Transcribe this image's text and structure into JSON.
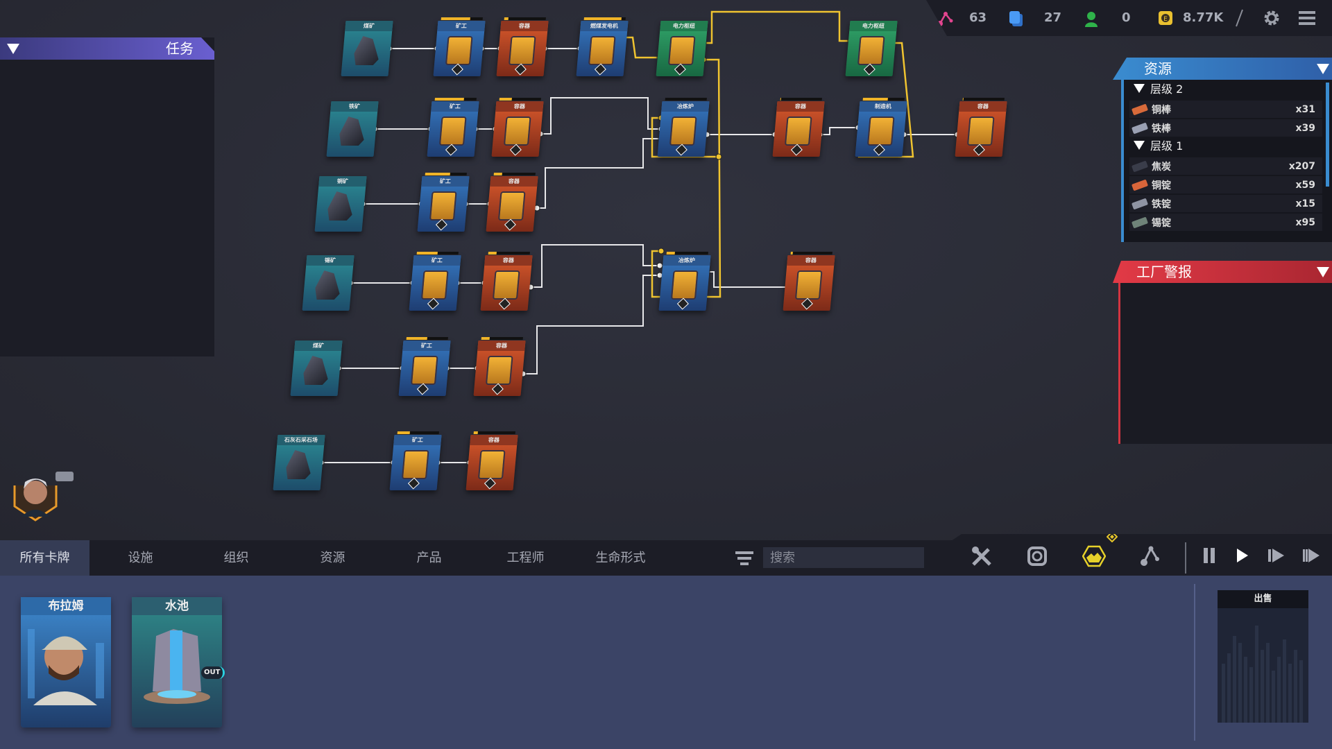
{
  "topbar": {
    "nodes": "63",
    "cards": "27",
    "workers": "0",
    "coins": "8.77K",
    "colors": {
      "nodes": "#e2458f",
      "cards": "#3f8ef0",
      "workers": "#2fb24a",
      "coins": "#e9c030"
    }
  },
  "task_panel": {
    "title": "任务"
  },
  "resources_panel": {
    "title": "资源",
    "tiers": [
      {
        "label": "层级 2",
        "items": [
          {
            "name": "铜棒",
            "count": "x31",
            "color": "#d86a3a"
          },
          {
            "name": "铁棒",
            "count": "x39",
            "color": "#9aa0b3"
          }
        ]
      },
      {
        "label": "层级 1",
        "items": [
          {
            "name": "焦炭",
            "count": "x207",
            "color": "#3a3d4a"
          },
          {
            "name": "铜锭",
            "count": "x59",
            "color": "#d8653a"
          },
          {
            "name": "铁锭",
            "count": "x15",
            "color": "#8f94a3"
          },
          {
            "name": "锡锭",
            "count": "x95",
            "color": "#6f8379"
          }
        ]
      }
    ]
  },
  "alert_panel": {
    "title": "工厂警报"
  },
  "board": {
    "cards": [
      {
        "label": "煤矿",
        "type": "ore"
      },
      {
        "label": "矿工",
        "type": "mach",
        "progress": 0.7
      },
      {
        "label": "容器",
        "type": "box",
        "progress": 0.1
      },
      {
        "label": "燃煤发电机",
        "type": "mach",
        "progress": 0.9
      },
      {
        "label": "电力枢纽",
        "type": "pow"
      },
      {
        "label": "电力枢纽",
        "type": "pow"
      },
      {
        "label": "铁矿",
        "type": "ore"
      },
      {
        "label": "矿工",
        "type": "mach",
        "progress": 0.7
      },
      {
        "label": "容器",
        "type": "box",
        "progress": 0.3
      },
      {
        "label": "冶炼炉",
        "type": "mach",
        "progress": 0
      },
      {
        "label": "容器",
        "type": "box",
        "progress": 0.02
      },
      {
        "label": "制造机",
        "type": "mach",
        "progress": 0.6
      },
      {
        "label": "容器",
        "type": "box",
        "progress": 0.02
      },
      {
        "label": "铜矿",
        "type": "ore"
      },
      {
        "label": "矿工",
        "type": "mach",
        "progress": 0.6
      },
      {
        "label": "容器",
        "type": "box",
        "progress": 0.2
      },
      {
        "label": "锡矿",
        "type": "ore"
      },
      {
        "label": "矿工",
        "type": "mach",
        "progress": 0.5
      },
      {
        "label": "容器",
        "type": "box",
        "progress": 0.2
      },
      {
        "label": "冶炼炉",
        "type": "mach",
        "progress": 0.2
      },
      {
        "label": "容器",
        "type": "box",
        "progress": 0.05
      },
      {
        "label": "煤矿",
        "type": "ore"
      },
      {
        "label": "矿工",
        "type": "mach",
        "progress": 0.5
      },
      {
        "label": "容器",
        "type": "box",
        "progress": 0.2
      },
      {
        "label": "石灰石采石场",
        "type": "ore"
      },
      {
        "label": "矿工",
        "type": "mach",
        "progress": 0.3
      },
      {
        "label": "容器",
        "type": "box",
        "progress": 0.1
      }
    ]
  },
  "tabs": [
    {
      "label": "所有卡牌",
      "active": true
    },
    {
      "label": "设施"
    },
    {
      "label": "组织"
    },
    {
      "label": "资源"
    },
    {
      "label": "产品"
    },
    {
      "label": "工程师"
    },
    {
      "label": "生命形式"
    }
  ],
  "search": {
    "placeholder": "搜索"
  },
  "hand": [
    {
      "label": "布拉姆"
    },
    {
      "label": "水池",
      "port": "OUT"
    }
  ],
  "sell": {
    "label": "出售"
  },
  "accent": "#f0c430"
}
